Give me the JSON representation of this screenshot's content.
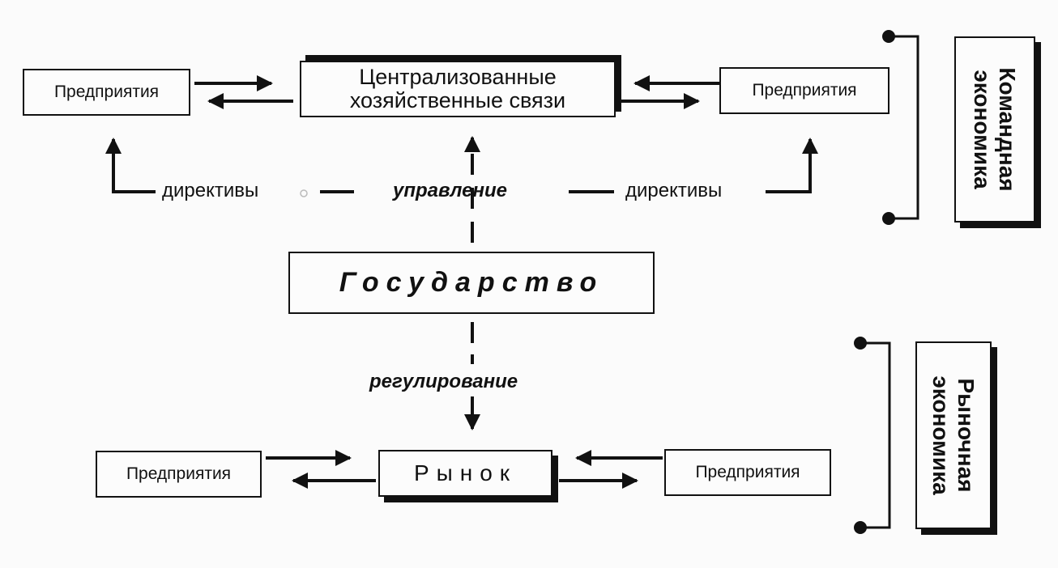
{
  "top": {
    "left_enterprise": "Предприятия",
    "right_enterprise": "Предприятия",
    "centralized_line1": "Централизованные",
    "centralized_line2": "хозяйственные связи",
    "directives_left": "директивы",
    "directives_right": "директивы",
    "management": "управление"
  },
  "state": "Государство",
  "regulation": "регулирование",
  "bottom": {
    "left_enterprise": "Предприятия",
    "right_enterprise": "Предприятия",
    "market": "Рынок"
  },
  "command_economy": {
    "line1": "Командная",
    "line2": "экономика"
  },
  "market_economy": {
    "line1": "Рыночная",
    "line2": "экономика"
  }
}
